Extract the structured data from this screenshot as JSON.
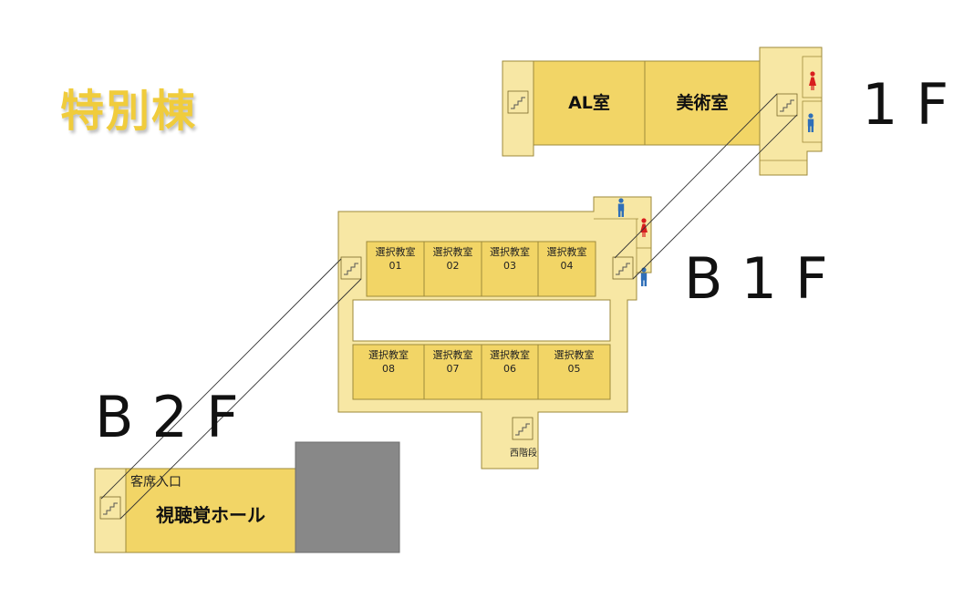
{
  "building": {
    "title": "特別棟"
  },
  "floors": {
    "f1": "1F",
    "b1": "B1F",
    "b2": "B2F"
  },
  "rooms_1f": {
    "al": "AL室",
    "art": "美術室"
  },
  "rooms_b1": {
    "classrooms": [
      {
        "name": "選択教室",
        "num": "01"
      },
      {
        "name": "選択教室",
        "num": "02"
      },
      {
        "name": "選択教室",
        "num": "03"
      },
      {
        "name": "選択教室",
        "num": "04"
      },
      {
        "name": "選択教室",
        "num": "08"
      },
      {
        "name": "選択教室",
        "num": "07"
      },
      {
        "name": "選択教室",
        "num": "06"
      },
      {
        "name": "選択教室",
        "num": "05"
      }
    ],
    "west_stairs": "西階段"
  },
  "rooms_b2": {
    "hall": "視聴覚ホール",
    "entrance": "客席入口"
  },
  "colors": {
    "room": "#f2d566",
    "corridor": "#f7e7a4",
    "border": "#9e8a3a",
    "title": "#f0cc3c",
    "female": "#d81e1e",
    "male": "#2f6fb8",
    "dark_block": "#888888"
  },
  "icons": [
    "stairs-icon",
    "female-restroom-icon",
    "male-restroom-icon"
  ]
}
